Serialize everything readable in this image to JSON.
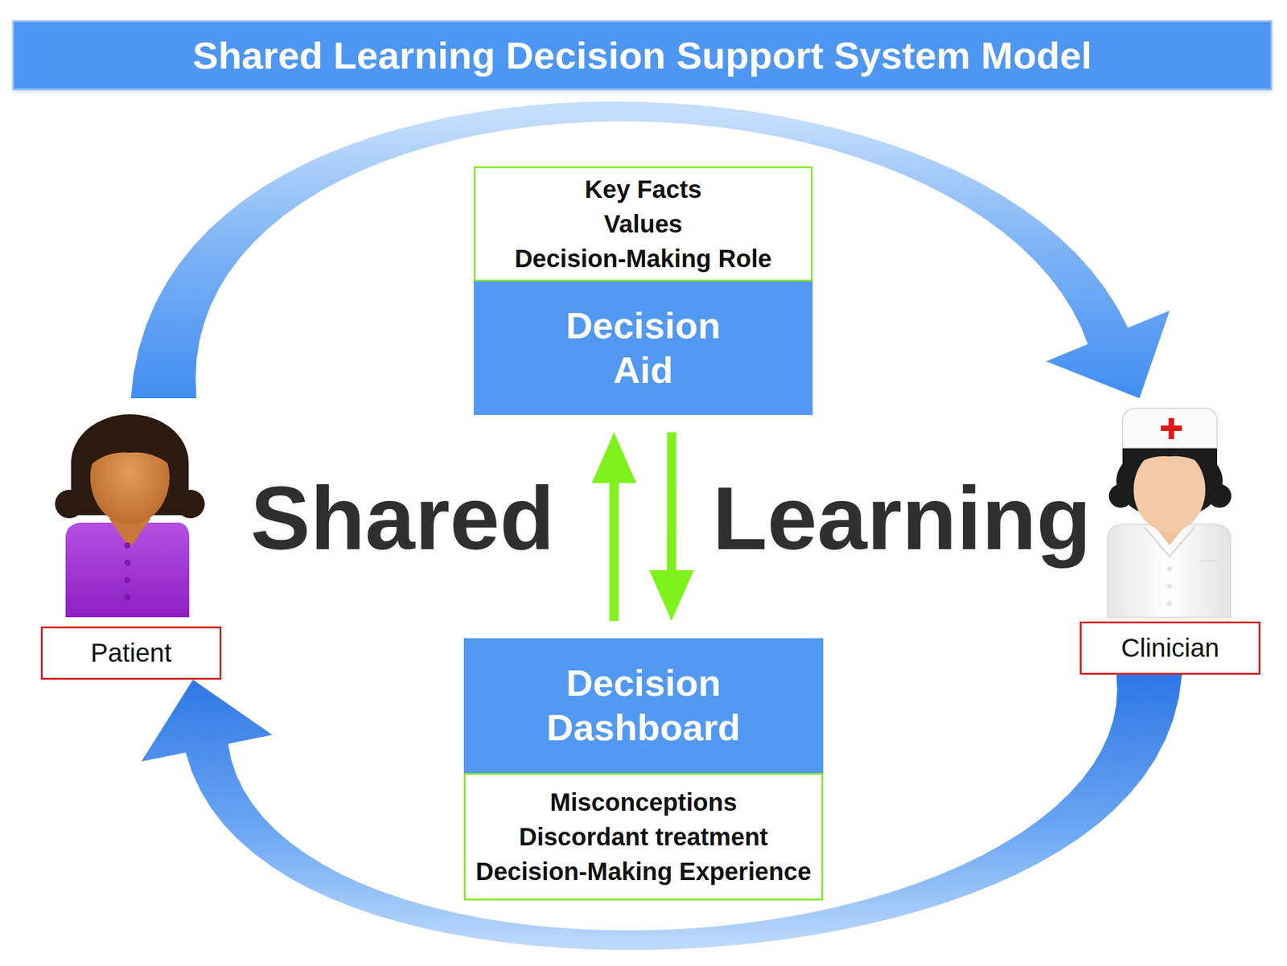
{
  "diagram": {
    "title": "Shared Learning Decision Support System Model",
    "nodes": [
      {
        "text": [
          "Key Facts",
          "Values",
          "Decision-Making Role"
        ]
      },
      {
        "text": [
          "Decision Aid"
        ]
      },
      {
        "text": [
          "Patient"
        ]
      },
      {
        "text": [
          "Clinician"
        ]
      },
      {
        "text": [
          "Decision Dashboard"
        ]
      },
      {
        "text": [
          "Misconceptions",
          "Discordant treatment",
          "Decision-Making Experience"
        ]
      }
    ],
    "edges": [
      {
        "from": 2,
        "to": 3,
        "arrow": "to"
      },
      {
        "from": 3,
        "to": 2,
        "arrow": "to"
      },
      {
        "from": 4,
        "to": 1,
        "arrow": "to"
      },
      {
        "from": 1,
        "to": 4,
        "arrow": "to"
      }
    ],
    "labels": [
      "Shared",
      "Learning"
    ]
  }
}
